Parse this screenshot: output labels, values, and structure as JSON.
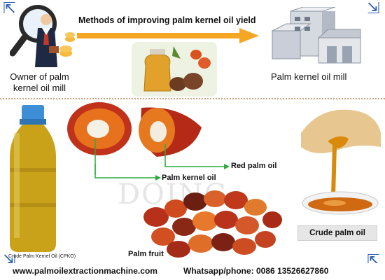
{
  "title": "Methods of improving palm kernel oil yield",
  "owner_label_line1": "Owner of palm",
  "owner_label_line2": "kernel oil mill",
  "mill_label": "Palm kernel oil mill",
  "red_palm_oil_label": "Red palm oil",
  "palm_kernel_oil_label": "Palm kernel oil",
  "palm_fruit_label": "Palm fruit",
  "crude_palm_oil_label": "Crude palm oil",
  "cpko_label": "Crude Palm Kernel Oil (CPKO)",
  "watermark": "DOING",
  "footer": {
    "website": "www.palmoilextractionmachine.com",
    "contact": "Whatsapp/phone: 0086 13526627860"
  },
  "colors": {
    "arrow_orange": "#f5a623",
    "corner_arrow_blue": "#2d5fb3",
    "pointer_green": "#2eaa3c",
    "palm_red": "#c0321a",
    "oil_amber": "#d98a0a"
  },
  "icons": [
    "magnifier-icon",
    "businessman-icon",
    "coins-icon",
    "factory-icon",
    "bottle-icon",
    "corner-arrow-icon"
  ]
}
